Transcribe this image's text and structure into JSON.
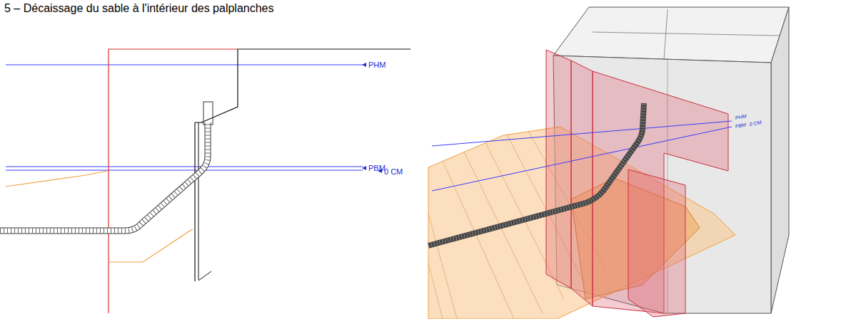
{
  "diagram": {
    "title": "5 – Décaissage du sable à l'intérieur des palplanches",
    "labels": [
      "PHM",
      "PBM",
      "0 CM",
      "PHM",
      "PBM",
      "0 CM"
    ]
  }
}
